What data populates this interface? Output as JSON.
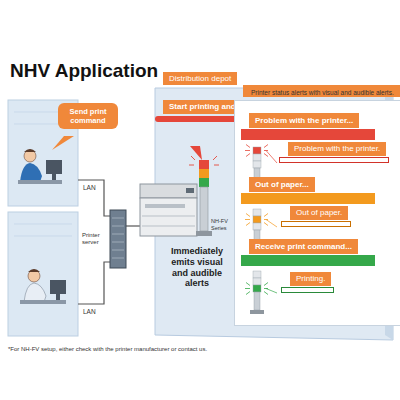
{
  "diagram": {
    "title": "NHV Application",
    "nodes": [
      {
        "text": [
          "Send print command"
        ]
      },
      {
        "text": [
          "Distribution depot"
        ]
      },
      {
        "text": [
          "Start printing and the signal light is triggered"
        ],
        "in": 1
      },
      {
        "text": [
          "Printer status alerts with visual and audible alerts."
        ],
        "in": 1
      },
      {
        "text": [
          "Problem with the printer..."
        ],
        "in": 3
      },
      {
        "text": [
          "Problem with the printer."
        ],
        "in": 3
      },
      {
        "text": [
          "Out of paper..."
        ],
        "in": 3
      },
      {
        "text": [
          "Out of paper."
        ],
        "in": 3
      },
      {
        "text": [
          "Receive print command..."
        ],
        "in": 3
      },
      {
        "text": [
          "Printing."
        ],
        "in": 3
      }
    ],
    "labels": [
      "LAN",
      "Printer server",
      "LAN",
      "NH-FV Series",
      "Immediately emits visual and audible alerts",
      "*For NH-FV setup, either check with the printer manufacturer or contact us."
    ]
  }
}
